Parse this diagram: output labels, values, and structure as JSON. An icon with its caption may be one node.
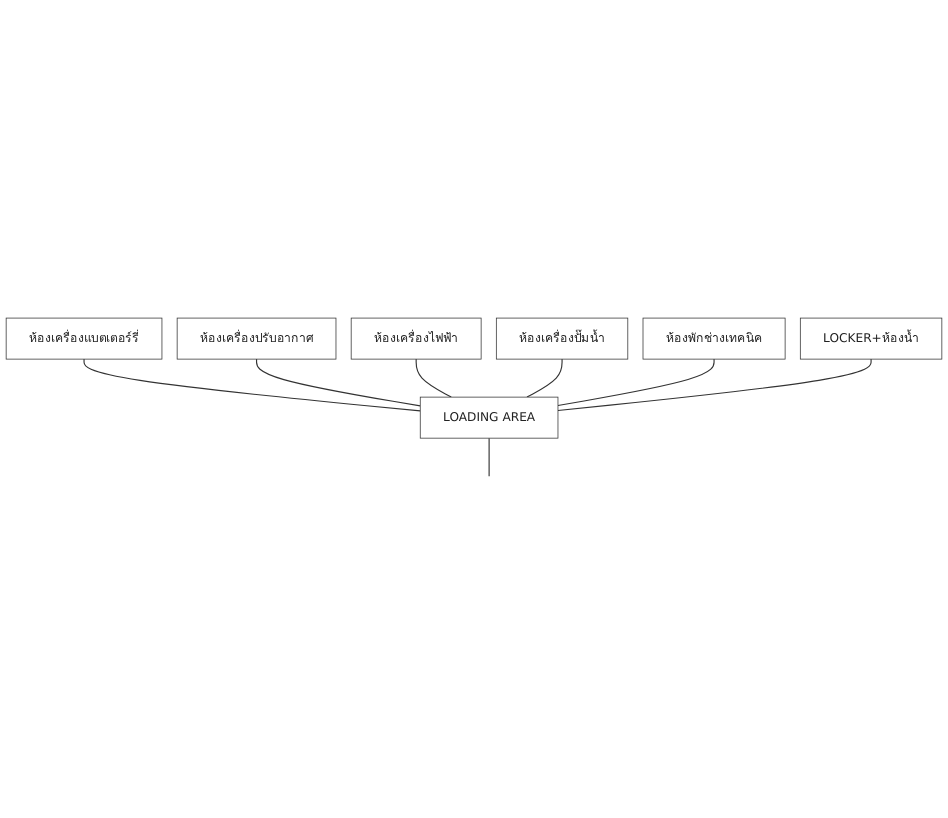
{
  "diagram": {
    "nodes": [
      {
        "text": [
          "ห้องเครื่องแบตเตอร์รี่"
        ]
      },
      {
        "text": [
          "ห้องเครื่องปรับอากาศ"
        ]
      },
      {
        "text": [
          "ห้องเครื่องไฟฟ้า"
        ]
      },
      {
        "text": [
          "ห้องเครื่องปั๊มน้ำ"
        ]
      },
      {
        "text": [
          "ห้องพักช่างเทคนิค"
        ]
      },
      {
        "text": [
          "LOCKER+ห้องน้ำ"
        ]
      },
      {
        "text": [
          "LOADING AREA"
        ]
      }
    ],
    "edges": [
      {
        "from": 0,
        "to": 6,
        "arrow": "none"
      },
      {
        "from": 1,
        "to": 6,
        "arrow": "none"
      },
      {
        "from": 2,
        "to": 6,
        "arrow": "none"
      },
      {
        "from": 3,
        "to": 6,
        "arrow": "none"
      },
      {
        "from": 4,
        "to": 6,
        "arrow": "none"
      },
      {
        "from": 5,
        "to": 6,
        "arrow": "none"
      },
      {
        "from": 6,
        "to": null,
        "arrow": "none"
      }
    ]
  }
}
